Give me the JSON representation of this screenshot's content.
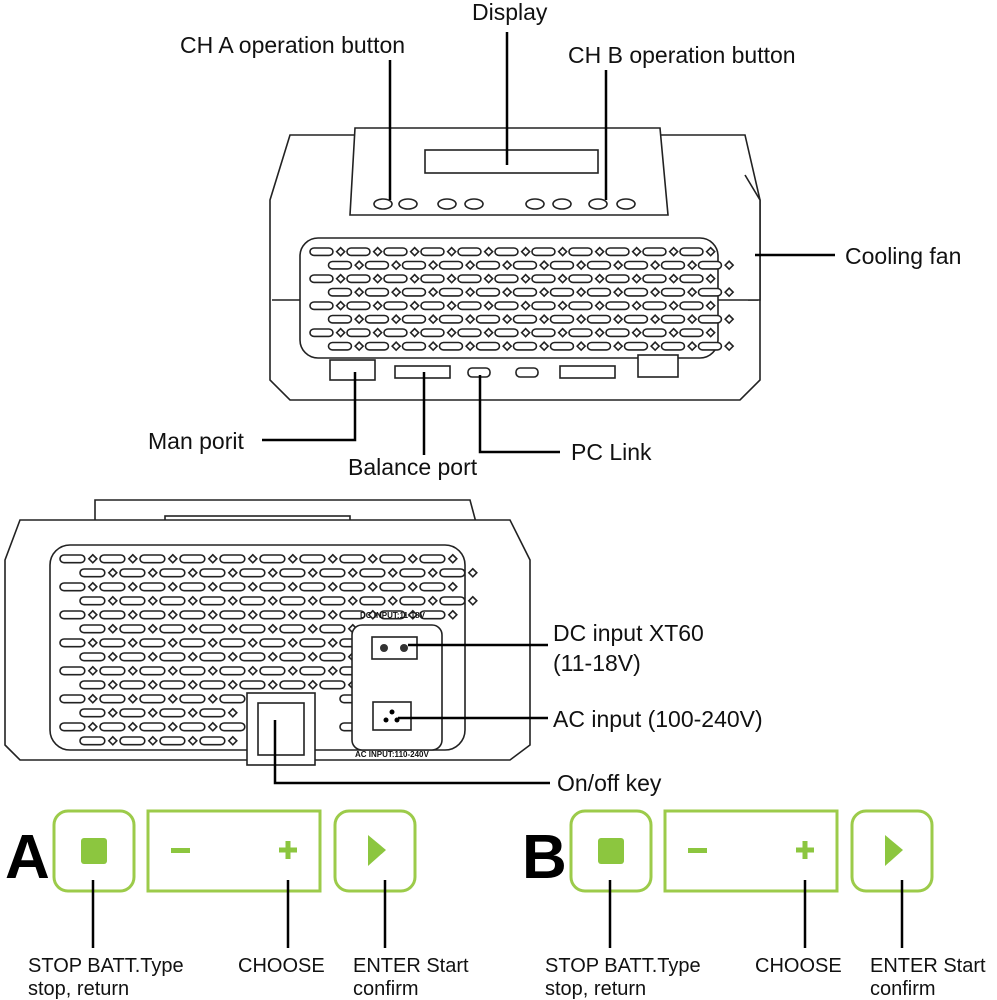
{
  "front_view": {
    "labels": {
      "display": "Display",
      "ch_a": "CH A operation button",
      "ch_b": "CH B operation button",
      "cooling_fan": "Cooling fan",
      "main_port": "Man porit",
      "balance_port": "Balance port",
      "pc_link": "PC Link"
    }
  },
  "rear_view": {
    "panel_dc": "DC  INPUT:11-18V",
    "panel_ac": "AC  INPUT:110-240V",
    "labels": {
      "dc_input": "DC input XT60",
      "dc_range": "(11-18V)",
      "ac_input": "AC input (100-240V)",
      "onoff": "On/off key"
    }
  },
  "accent_color": "#8cc63f",
  "channels": [
    {
      "letter": "A",
      "stop_line1": "STOP BATT.Type",
      "stop_line2": "stop, return",
      "choose": "CHOOSE",
      "enter_line1": "ENTER Start",
      "enter_line2": "confirm"
    },
    {
      "letter": "B",
      "stop_line1": "STOP BATT.Type",
      "stop_line2": "stop, return",
      "choose": "CHOOSE",
      "enter_line1": "ENTER Start",
      "enter_line2": "confirm"
    }
  ]
}
